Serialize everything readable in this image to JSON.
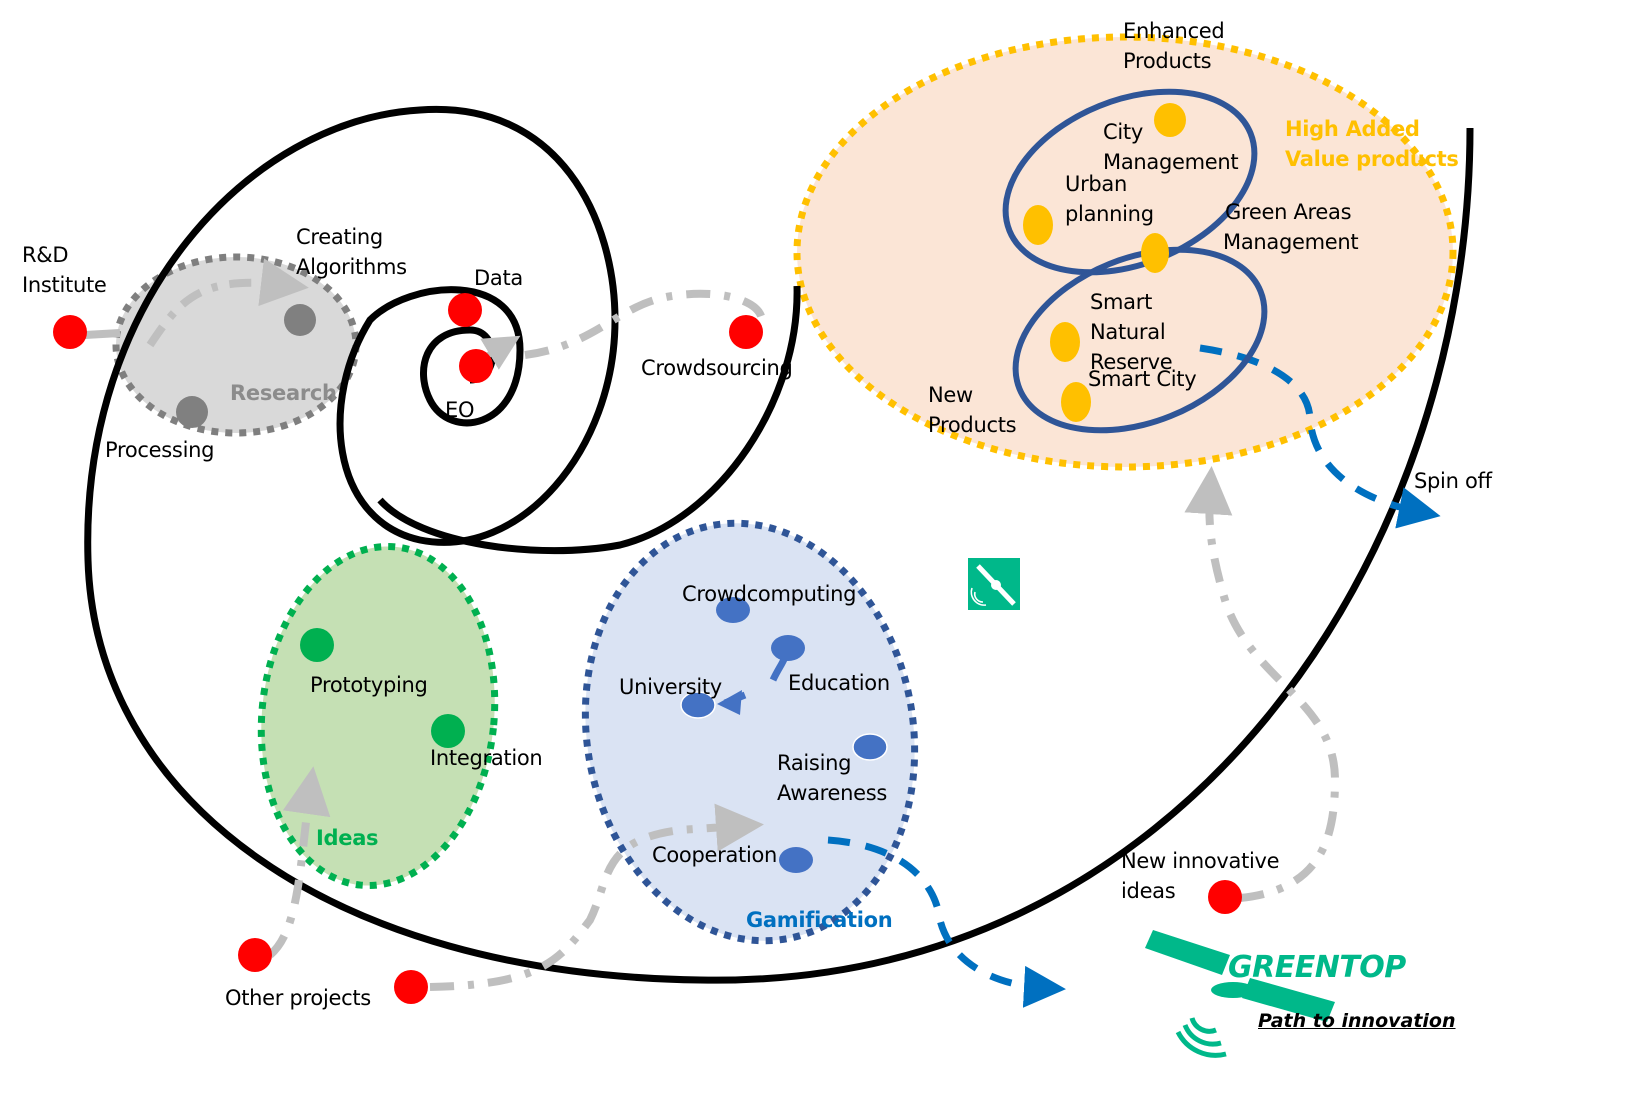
{
  "diagram": {
    "title": "Path to innovation",
    "brand": "GREENTOP",
    "colors": {
      "spiral": "#000000",
      "node_red": "#ff0000",
      "research_fill": "#d9d9d9",
      "research_border": "#7f7f7f",
      "research_node": "#808080",
      "ideas_fill": "#c5e0b4",
      "ideas_border": "#00b050",
      "ideas_node": "#00b050",
      "gamification_fill": "#dae3f3",
      "gamification_border": "#2f5597",
      "gamification_node": "#4472c4",
      "hav_fill": "#fbe5d6",
      "hav_border": "#ffc000",
      "hav_node": "#ffc000",
      "loop_stroke": "#2f5597",
      "flow_grey": "#bfbfbf",
      "flow_blue": "#0070c0",
      "brand_green": "#00b88a"
    },
    "groups": {
      "research": {
        "title": "Research",
        "nodes": [
          "Creating Algorithms",
          "Processing"
        ]
      },
      "ideas": {
        "title": "Ideas",
        "nodes": [
          "Prototyping",
          "Integration"
        ]
      },
      "gamification": {
        "title": "Gamification",
        "nodes": [
          "Crowdcomputing",
          "Education",
          "University",
          "Raising Awareness",
          "Cooperation"
        ]
      },
      "high_added_value": {
        "title_line1": "High Added",
        "title_line2": "Value products",
        "nodes": [
          "City Management",
          "Urban planning",
          "Green Areas Management",
          "Smart Natural Reserve",
          "Smart City"
        ]
      }
    },
    "labels": {
      "rd_line1": "R&D",
      "rd_line2": "Institute",
      "creating_line1": "Creating",
      "creating_line2": "Algorithms",
      "processing": "Processing",
      "research": "Research",
      "data": "Data",
      "eo": "EO",
      "crowdsourcing": "Crowdsourcing",
      "enhanced_line1": "Enhanced",
      "enhanced_line2": "Products",
      "city_line1": "City",
      "city_line2": "Management",
      "urban_line1": "Urban",
      "urban_line2": "planning",
      "green_line1": "Green Areas",
      "green_line2": "Management",
      "smart_nat_line1": "Smart",
      "smart_nat_line2": "Natural",
      "smart_nat_line3": "Reserve",
      "smart_city": "Smart City",
      "new_products_line1": "New",
      "new_products_line2": "Products",
      "hav_line1": "High Added",
      "hav_line2": "Value products",
      "spin_off": "Spin off",
      "prototyping": "Prototyping",
      "integration": "Integration",
      "ideas": "Ideas",
      "crowdcomputing": "Crowdcomputing",
      "university": "University",
      "education": "Education",
      "raising_line1": "Raising",
      "raising_line2": "Awareness",
      "cooperation": "Cooperation",
      "gamification": "Gamification",
      "new_ideas_line1": "New innovative",
      "new_ideas_line2": "ideas",
      "other_projects": "Other projects",
      "brand": "GREENTOP",
      "tagline": "Path to innovation"
    },
    "icons": [
      "satellite-icon",
      "greentop-logo-icon"
    ]
  }
}
